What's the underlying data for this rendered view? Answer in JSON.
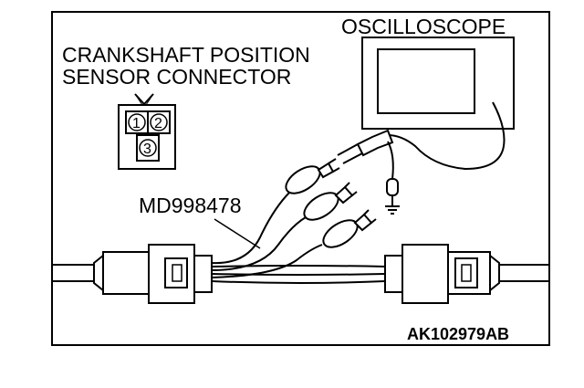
{
  "labels": {
    "oscilloscope": "OSCILLOSCOPE",
    "connector_title_line1": "CRANKSHAFT POSITION",
    "connector_title_line2": "SENSOR CONNECTOR",
    "harness_tool": "MD998478",
    "figure_code": "AK102979AB"
  },
  "connector_pins": [
    "1",
    "2",
    "3"
  ]
}
